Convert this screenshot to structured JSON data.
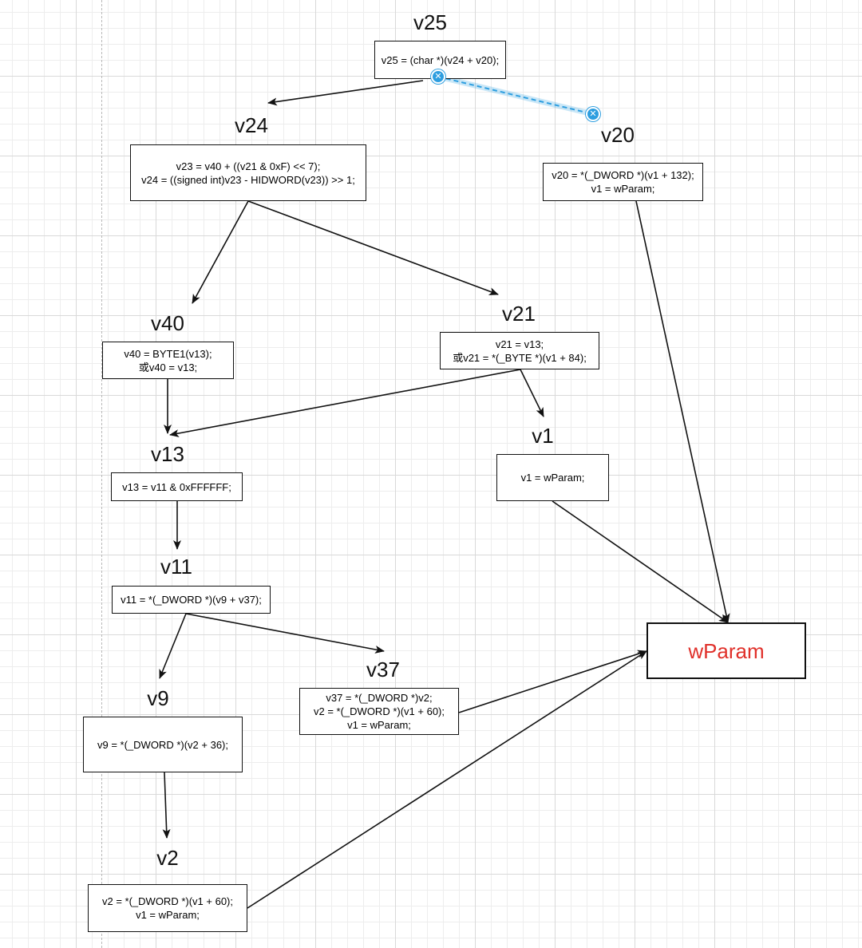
{
  "nodes": {
    "v25": {
      "title": "v25",
      "lines": [
        "v25 = (char *)(v24 + v20);"
      ]
    },
    "v24": {
      "title": "v24",
      "lines": [
        "v23 = v40 + ((v21 & 0xF) << 7);",
        "v24 = ((signed int)v23 - HIDWORD(v23)) >> 1;"
      ]
    },
    "v20": {
      "title": "v20",
      "lines": [
        "v20 = *(_DWORD *)(v1 + 132);",
        "v1 = wParam;"
      ]
    },
    "v40": {
      "title": "v40",
      "lines": [
        "v40 = BYTE1(v13);",
        "或v40 = v13;"
      ]
    },
    "v21": {
      "title": "v21",
      "lines": [
        "v21 = v13;",
        "或v21 = *(_BYTE *)(v1 + 84);"
      ]
    },
    "v13": {
      "title": "v13",
      "lines": [
        "v13 = v11 & 0xFFFFFF;"
      ]
    },
    "v1": {
      "title": "v1",
      "lines": [
        "v1 = wParam;"
      ]
    },
    "v11": {
      "title": "v11",
      "lines": [
        "v11 = *(_DWORD *)(v9 + v37);"
      ]
    },
    "v37": {
      "title": "v37",
      "lines": [
        "v37 = *(_DWORD *)v2;",
        "v2 = *(_DWORD *)(v1 + 60);",
        "v1 = wParam;"
      ]
    },
    "v9": {
      "title": "v9",
      "lines": [
        "v9 = *(_DWORD *)(v2 + 36);"
      ]
    },
    "v2": {
      "title": "v2",
      "lines": [
        "v2 = *(_DWORD *)(v1 + 60);",
        "v1 = wParam;"
      ]
    },
    "wParam": {
      "label": "wParam"
    }
  },
  "colors": {
    "edge": "#111111",
    "target_text": "#e0302a",
    "selection": "#2d9ee0"
  },
  "edges": [
    {
      "from": "v25",
      "to": "v24"
    },
    {
      "from": "v25",
      "to": "v20",
      "selected": true
    },
    {
      "from": "v24",
      "to": "v40"
    },
    {
      "from": "v24",
      "to": "v21"
    },
    {
      "from": "v40",
      "to": "v13"
    },
    {
      "from": "v21",
      "to": "v13"
    },
    {
      "from": "v21",
      "to": "v1"
    },
    {
      "from": "v13",
      "to": "v11"
    },
    {
      "from": "v11",
      "to": "v9"
    },
    {
      "from": "v11",
      "to": "v37"
    },
    {
      "from": "v9",
      "to": "v2"
    },
    {
      "from": "v20",
      "to": "wParam"
    },
    {
      "from": "v1",
      "to": "wParam"
    },
    {
      "from": "v37",
      "to": "wParam"
    },
    {
      "from": "v2",
      "to": "wParam"
    }
  ]
}
